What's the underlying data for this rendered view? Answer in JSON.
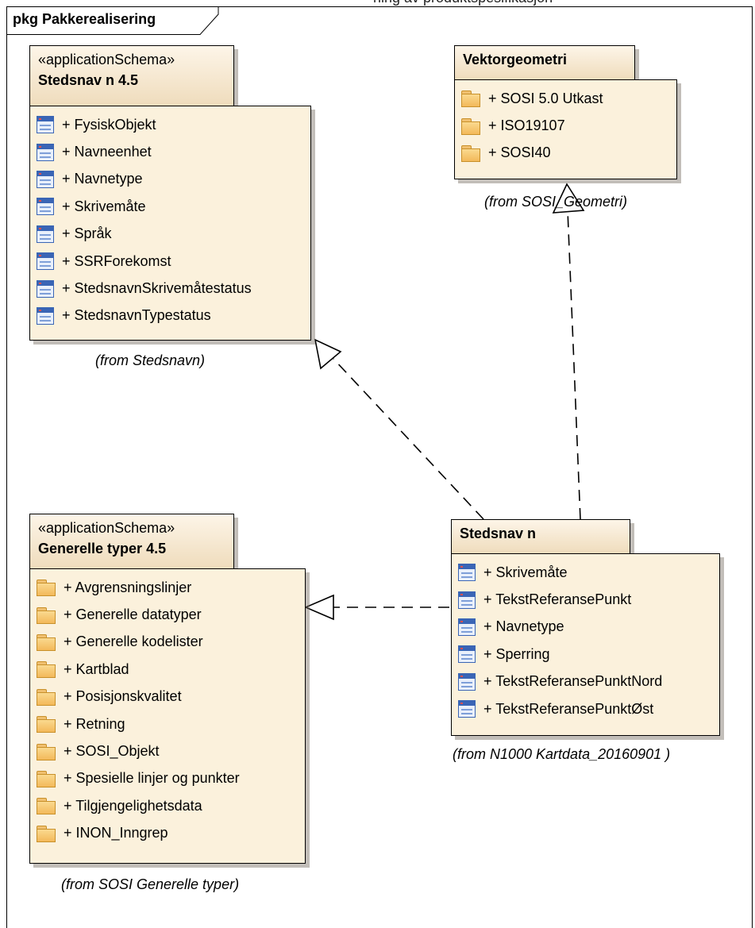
{
  "frame": {
    "title": "pkg Pakkerealisering"
  },
  "top_crop_text": "ning av produktspesifikasjon",
  "packages": {
    "stedsnavn45": {
      "stereotype": "«applicationSchema»",
      "name": "Stedsnav n 4.5",
      "items": [
        "+ FysiskObjekt",
        "+ Navneenhet",
        "+ Navnetype",
        "+ Skrivemåte",
        "+ Språk",
        "+ SSRForekomst",
        "+ StedsnavnSkrivemåtestatus",
        "+ StedsnavnTypestatus"
      ],
      "from": "(from Stedsnavn)"
    },
    "vektorgeometri": {
      "name": "Vektorgeometri",
      "items": [
        "+ SOSI 5.0 Utkast",
        "+ ISO19107",
        "+ SOSI40"
      ],
      "from": "(from SOSI_Geometri)"
    },
    "generelle": {
      "stereotype": "«applicationSchema»",
      "name": "Generelle typer 4.5",
      "items": [
        "+ Avgrensningslinjer",
        "+ Generelle datatyper",
        "+ Generelle kodelister",
        "+ Kartblad",
        "+ Posisjonskvalitet",
        "+ Retning",
        "+ SOSI_Objekt",
        "+ Spesielle linjer og punkter",
        "+ Tilgjengelighetsdata",
        "+ INON_Inngrep"
      ],
      "from": "(from SOSI Generelle typer)"
    },
    "stedsnavn": {
      "name": "Stedsnav n",
      "items": [
        "+ Skrivemåte",
        "+ TekstReferansePunkt",
        "+ Navnetype",
        "+ Sperring",
        "+ TekstReferansePunktNord",
        "+ TekstReferansePunktØst"
      ],
      "from": "(from N1000 Kartdata_20160901 )"
    }
  },
  "icons": {
    "stedsnavn45_items": "class-icon",
    "vektorgeometri_items": "folder-icon",
    "generelle_items": "folder-icon",
    "stedsnavn_items": "class-icon"
  },
  "colors": {
    "package_fill": "#fbf1dc",
    "tab_fill_top": "#fdf5e8",
    "tab_fill_bottom": "#efdcbc",
    "outline": "#000000"
  }
}
